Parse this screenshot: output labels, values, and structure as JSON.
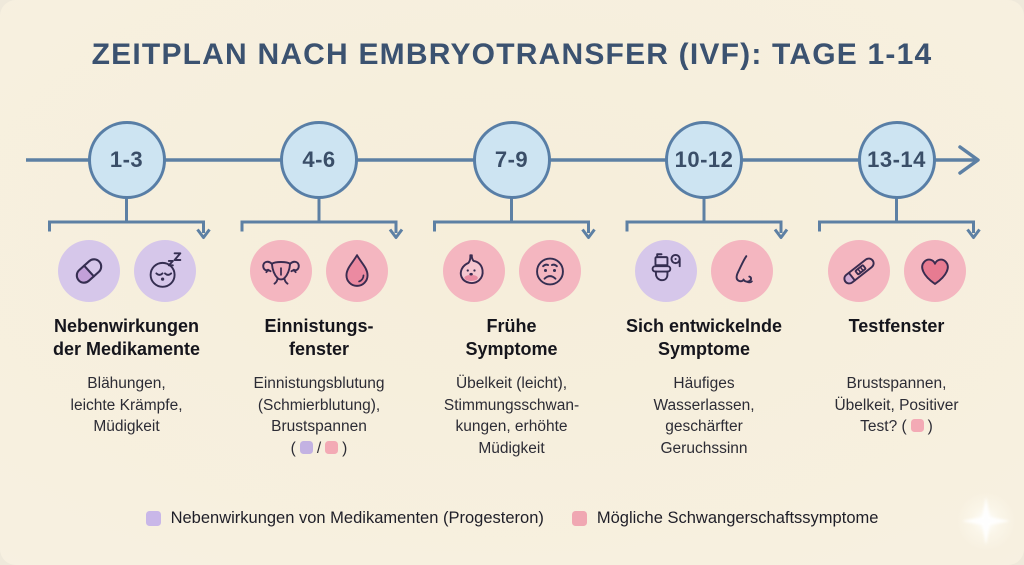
{
  "title": "ZEITPLAN NACH EMBRYOTRANSFER (IVF): TAGE 1-14",
  "timeline": {
    "nodes": [
      {
        "label": "1-3"
      },
      {
        "label": "4-6"
      },
      {
        "label": "7-9"
      },
      {
        "label": "10-12"
      },
      {
        "label": "13-14"
      }
    ]
  },
  "columns": [
    {
      "heading_lines": [
        "Nebenwirkungen",
        "der Medikamente"
      ],
      "body_lines": [
        "Blähungen,",
        "leichte Krämpfe,",
        "Müdigkeit"
      ],
      "icons": [
        {
          "name": "pill-icon",
          "tone": "lavender"
        },
        {
          "name": "sleeping-face-icon",
          "tone": "lavender"
        }
      ]
    },
    {
      "heading_lines": [
        "Einnistungs-",
        "fenster"
      ],
      "body_lines": [
        "Einnistungsblutung",
        "(Schmierblutung),",
        "Brustspannen"
      ],
      "body_extra": {
        "prefix": "(",
        "separator": "/",
        "suffix": ")",
        "swatches": [
          "lavender",
          "pink"
        ]
      },
      "icons": [
        {
          "name": "uterus-icon",
          "tone": "pink"
        },
        {
          "name": "blood-drop-icon",
          "tone": "pink"
        }
      ]
    },
    {
      "heading_lines": [
        "Frühe",
        "Symptome"
      ],
      "body_lines": [
        "Übelkeit (leicht),",
        "Stimmungsschwan-",
        "kungen, erhöhte",
        "Müdigkeit"
      ],
      "icons": [
        {
          "name": "stomach-icon",
          "tone": "pink"
        },
        {
          "name": "sad-face-icon",
          "tone": "pink"
        }
      ]
    },
    {
      "heading_lines": [
        "Sich entwickelnde",
        "Symptome"
      ],
      "body_lines": [
        "Häufiges",
        "Wasserlassen,",
        "geschärfter",
        "Geruchssinn"
      ],
      "icons": [
        {
          "name": "toilet-icon",
          "tone": "lavender"
        },
        {
          "name": "nose-icon",
          "tone": "pink"
        }
      ]
    },
    {
      "heading_lines": [
        "Testfenster"
      ],
      "body_lines": [
        "Brustspannen,",
        "Übelkeit, Positiver"
      ],
      "body_extra": {
        "prefix": "Test? (",
        "suffix": ")",
        "swatches": [
          "pink"
        ]
      },
      "icons": [
        {
          "name": "pregnancy-test-icon",
          "tone": "pink"
        },
        {
          "name": "heart-icon",
          "tone": "pink"
        }
      ]
    }
  ],
  "legend": {
    "items": [
      {
        "swatch_color": "#c9b7e8",
        "label": "Nebenwirkungen von Medikamenten (Progesteron)"
      },
      {
        "swatch_color": "#f0a7b2",
        "label": "Mögliche Schwangerschaftssymptome"
      }
    ]
  },
  "colors": {
    "background": "#f7f0df",
    "title": "#3b5270",
    "timeline_line": "#5d80a4",
    "node_fill": "#cde4f2",
    "node_border": "#587ea6",
    "icon_circle_lavender": "#d6c7ea",
    "icon_circle_pink": "#f4b6c0",
    "heading_text": "#15151c",
    "body_text": "#2c2c35"
  }
}
